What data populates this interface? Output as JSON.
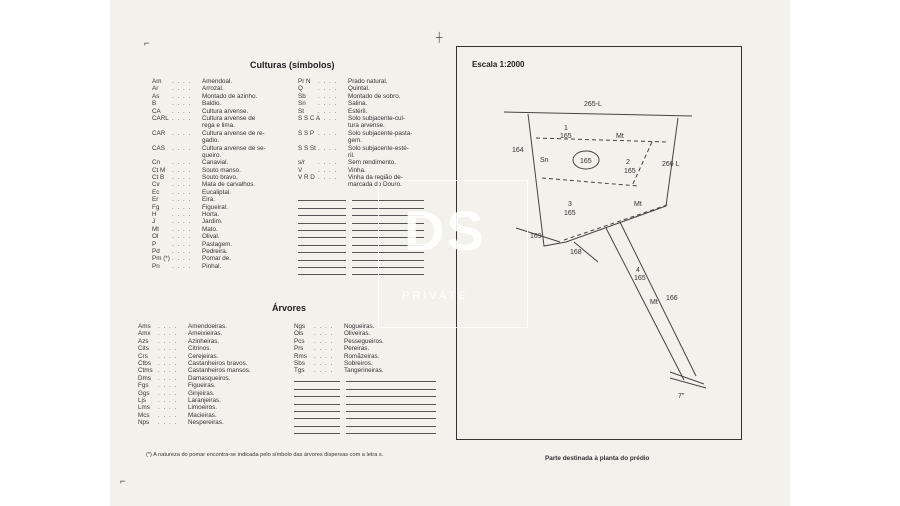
{
  "culturas": {
    "title": "Culturas (símbolos)",
    "left": [
      {
        "code": "Am",
        "name": "Amendoal."
      },
      {
        "code": "Ar",
        "name": "Arrozal."
      },
      {
        "code": "As",
        "name": "Montado de azinho."
      },
      {
        "code": "B",
        "name": "Baldio."
      },
      {
        "code": "CA",
        "name": "Cultura arvense."
      },
      {
        "code": "CARL",
        "name": "Cultura arvense de"
      },
      {
        "code": "",
        "name": "rega e lima."
      },
      {
        "code": "CAR",
        "name": "Cultura arvense de re-"
      },
      {
        "code": "",
        "name": "gadio."
      },
      {
        "code": "CAS",
        "name": "Cultura arvense de se-"
      },
      {
        "code": "",
        "name": "queiro."
      },
      {
        "code": "Cn",
        "name": "Canavial."
      },
      {
        "code": "Ct M",
        "name": "Souto manso."
      },
      {
        "code": "Ct B",
        "name": "Souto bravo."
      },
      {
        "code": "Cv",
        "name": "Mata de carvalhos."
      },
      {
        "code": "Ec",
        "name": "Eucaliptal."
      },
      {
        "code": "Er",
        "name": "Eira."
      },
      {
        "code": "Fg",
        "name": "Figueiral."
      },
      {
        "code": "H",
        "name": "Horta."
      },
      {
        "code": "J",
        "name": "Jardim."
      },
      {
        "code": "Mt",
        "name": "Mato."
      },
      {
        "code": "Ol",
        "name": "Olival."
      },
      {
        "code": "P",
        "name": "Pastagem."
      },
      {
        "code": "Pd",
        "name": "Pedreira."
      },
      {
        "code": "Pm (*)",
        "name": "Pomar de."
      },
      {
        "code": "Pn",
        "name": "Pinhal."
      }
    ],
    "right": [
      {
        "code": "Pr N",
        "name": "Prado natural."
      },
      {
        "code": "Q",
        "name": "Quintal."
      },
      {
        "code": "Sb",
        "name": "Montado de sobro."
      },
      {
        "code": "Sn",
        "name": "Salina."
      },
      {
        "code": "St",
        "name": "Estéril."
      },
      {
        "code": "S S C A",
        "name": "Solo subjacente-cul-"
      },
      {
        "code": "",
        "name": "tura arvense."
      },
      {
        "code": "S S P",
        "name": "Solo subjacente-pasta-"
      },
      {
        "code": "",
        "name": "gem."
      },
      {
        "code": "S S St",
        "name": "Solo subjacente-esté-"
      },
      {
        "code": "",
        "name": "ril."
      },
      {
        "code": "s/r",
        "name": "Sem rendimento."
      },
      {
        "code": "V",
        "name": "Vinha."
      },
      {
        "code": "V R D",
        "name": "Vinha da região de-"
      },
      {
        "code": "",
        "name": "marcada do Douro."
      }
    ]
  },
  "arvores": {
    "title": "Árvores",
    "left": [
      {
        "code": "Ams",
        "name": "Amendoeiras."
      },
      {
        "code": "Amx",
        "name": "Ameixieiras."
      },
      {
        "code": "Azs",
        "name": "Azinheiras."
      },
      {
        "code": "Cits",
        "name": "Citrinos."
      },
      {
        "code": "Crs",
        "name": "Cerejeiras."
      },
      {
        "code": "Ctbs",
        "name": "Castanheiros bravos."
      },
      {
        "code": "Ctms",
        "name": "Castanheiros mansos."
      },
      {
        "code": "Dms",
        "name": "Damasqueiros."
      },
      {
        "code": "Fgs",
        "name": "Figueiras."
      },
      {
        "code": "Ggs",
        "name": "Ginjeiras."
      },
      {
        "code": "Ljs",
        "name": "Laranjeiras."
      },
      {
        "code": "Lms",
        "name": "Limoeiros."
      },
      {
        "code": "Mcs",
        "name": "Macieiras."
      },
      {
        "code": "Nps",
        "name": "Nespereiras."
      }
    ],
    "right": [
      {
        "code": "Ngs",
        "name": "Nogueiras."
      },
      {
        "code": "Ols",
        "name": "Oliveiras."
      },
      {
        "code": "Pcs",
        "name": "Pessegueiros."
      },
      {
        "code": "Prs",
        "name": "Pereiras."
      },
      {
        "code": "Rms",
        "name": "Romãzeiras."
      },
      {
        "code": "Sbs",
        "name": "Sobreiros."
      },
      {
        "code": "Tgs",
        "name": "Tangerineiras."
      }
    ]
  },
  "footnote": "(*) A natureza do pomar encontra-se indicada pelo símbolo das árvores dispersas com a letra s.",
  "plan": {
    "scale_label": "Escala 1:2000",
    "caption": "Parte destinada à planta do prédio",
    "labels": {
      "north": "265-L",
      "east": "266 L",
      "west_top": "164",
      "west_bottom": "169",
      "center": "165",
      "p1": "1",
      "p1b": "165",
      "p2": "2",
      "p2b": "165",
      "p3": "3",
      "p3b": "165",
      "p4": "4",
      "p4b": "165",
      "south_left": "168",
      "south_right": "166",
      "mt1": "Mt",
      "mt2": "Mt",
      "mt3": "Mt",
      "sn": "Sn",
      "road": "7\""
    }
  },
  "watermark": {
    "logo": "DS",
    "sub": "PRIVATE"
  },
  "marks": {
    "left_bracket": "⌐",
    "top_right": "┼",
    "bottom_left": "⌐"
  }
}
